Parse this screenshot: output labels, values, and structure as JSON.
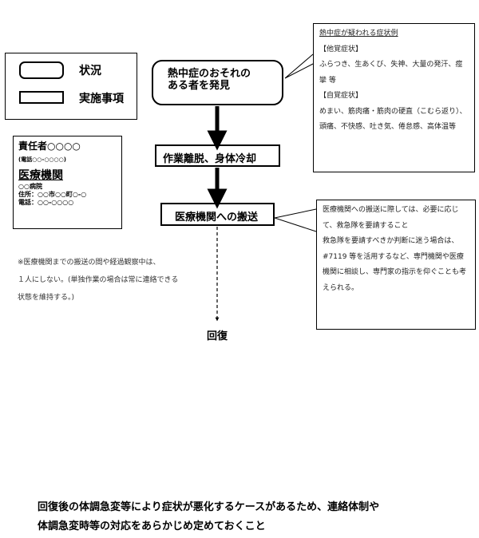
{
  "legend": {
    "status_label": "状況",
    "action_label": "実施事項"
  },
  "contact": {
    "responsible": "責任者○○○○",
    "phone": "(電話○○-○○○○)",
    "medical_title": "医療機関",
    "hospital": "○○病院",
    "address": "住所：○○市○○町○-○",
    "phone2": "電話：○○-○○○○"
  },
  "note": [
    "※医療機関までの搬送の間や経過観察中は、",
    "１人にしない。(単独作業の場合は常に連絡できる",
    "状態を維持する。)"
  ],
  "flow": {
    "discover": [
      "熱中症のおそれの",
      "ある者を発見"
    ],
    "stop_work": "作業離脱、身体冷却",
    "transport": "医療機関への搬送",
    "recovery": "回復"
  },
  "symptoms_callout": {
    "title": "熱中症が疑われる症状例",
    "others_heading": "【他覚症状】",
    "others_text": "ふらつき、生あくび、失神、大量の発汗、痙攣 等",
    "self_heading": "【自覚症状】",
    "self_text": "めまい、筋肉痛・筋肉の硬直（こむら返り）、頭痛、不快感、吐き気、倦怠感、高体温等"
  },
  "transport_callout": {
    "line1": "医療機関への搬送に際しては、必要に応じて、救急隊を要請すること",
    "line2": "救急隊を要請すべきか判断に迷う場合は、#7119 等を活用するなど、専門機関や医療機関に相談し、専門家の指示を仰ぐことも考えられる。"
  },
  "footer": [
    "回復後の体調急変等により症状が悪化するケースがあるため、連絡体制や",
    "体調急変時等の対応をあらかじめ定めておくこと"
  ]
}
